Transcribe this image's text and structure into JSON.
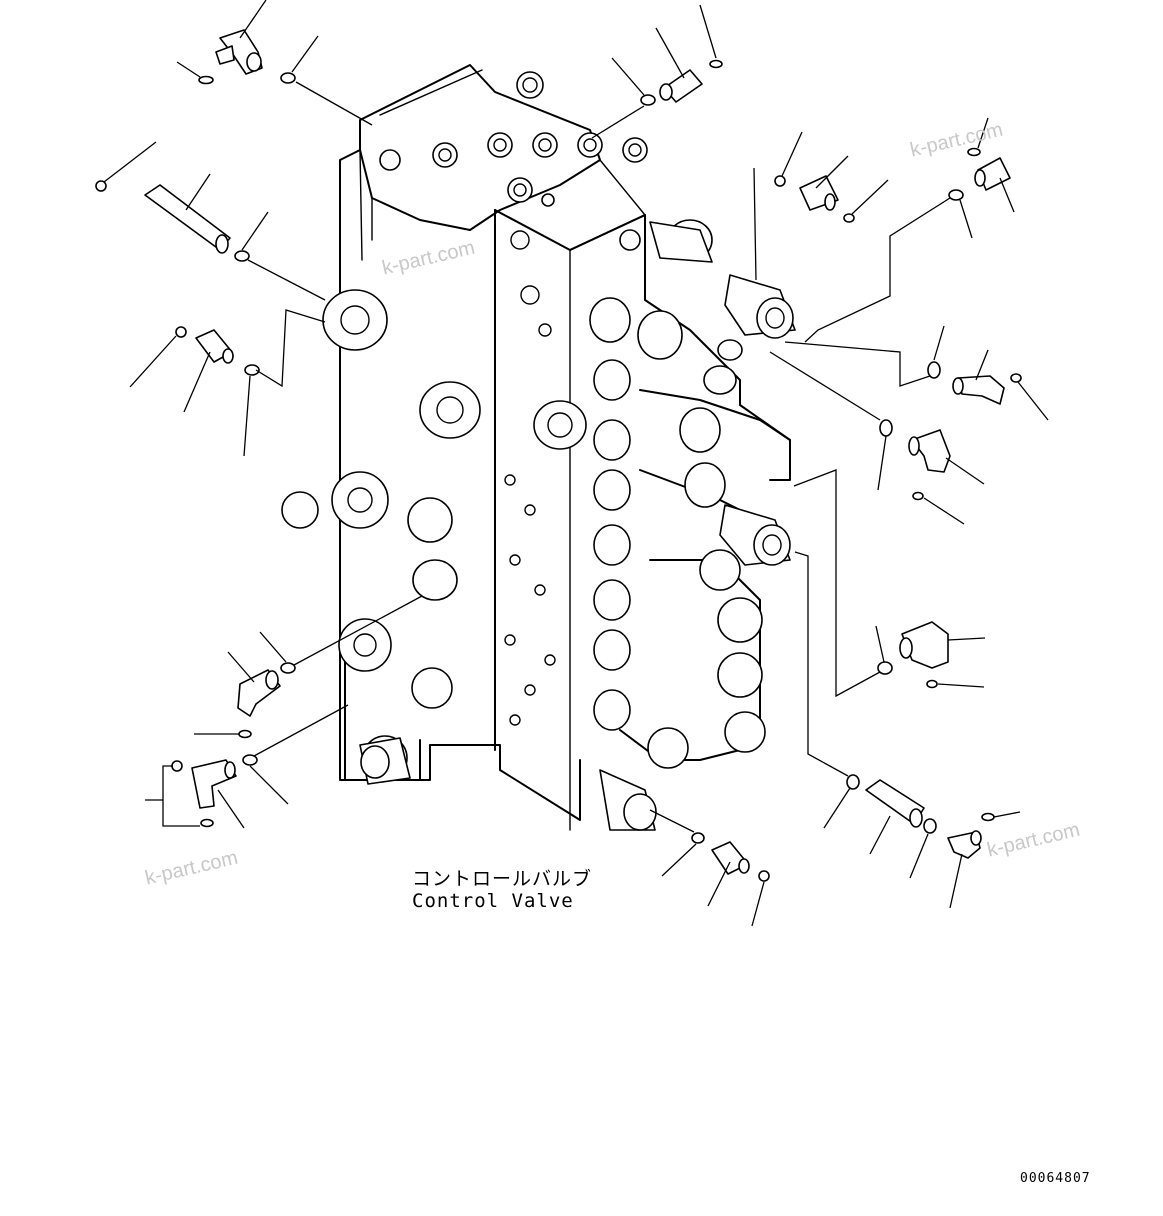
{
  "caption": {
    "japanese": "コントロールバルブ",
    "english": "Control Valve"
  },
  "document_number": "00064807",
  "watermarks": [
    "k-part.com",
    "k-part.com",
    "k-part.com",
    "k-part.com"
  ],
  "colors": {
    "line": "#000000",
    "background": "#ffffff",
    "watermark": "#c8c8c8"
  }
}
